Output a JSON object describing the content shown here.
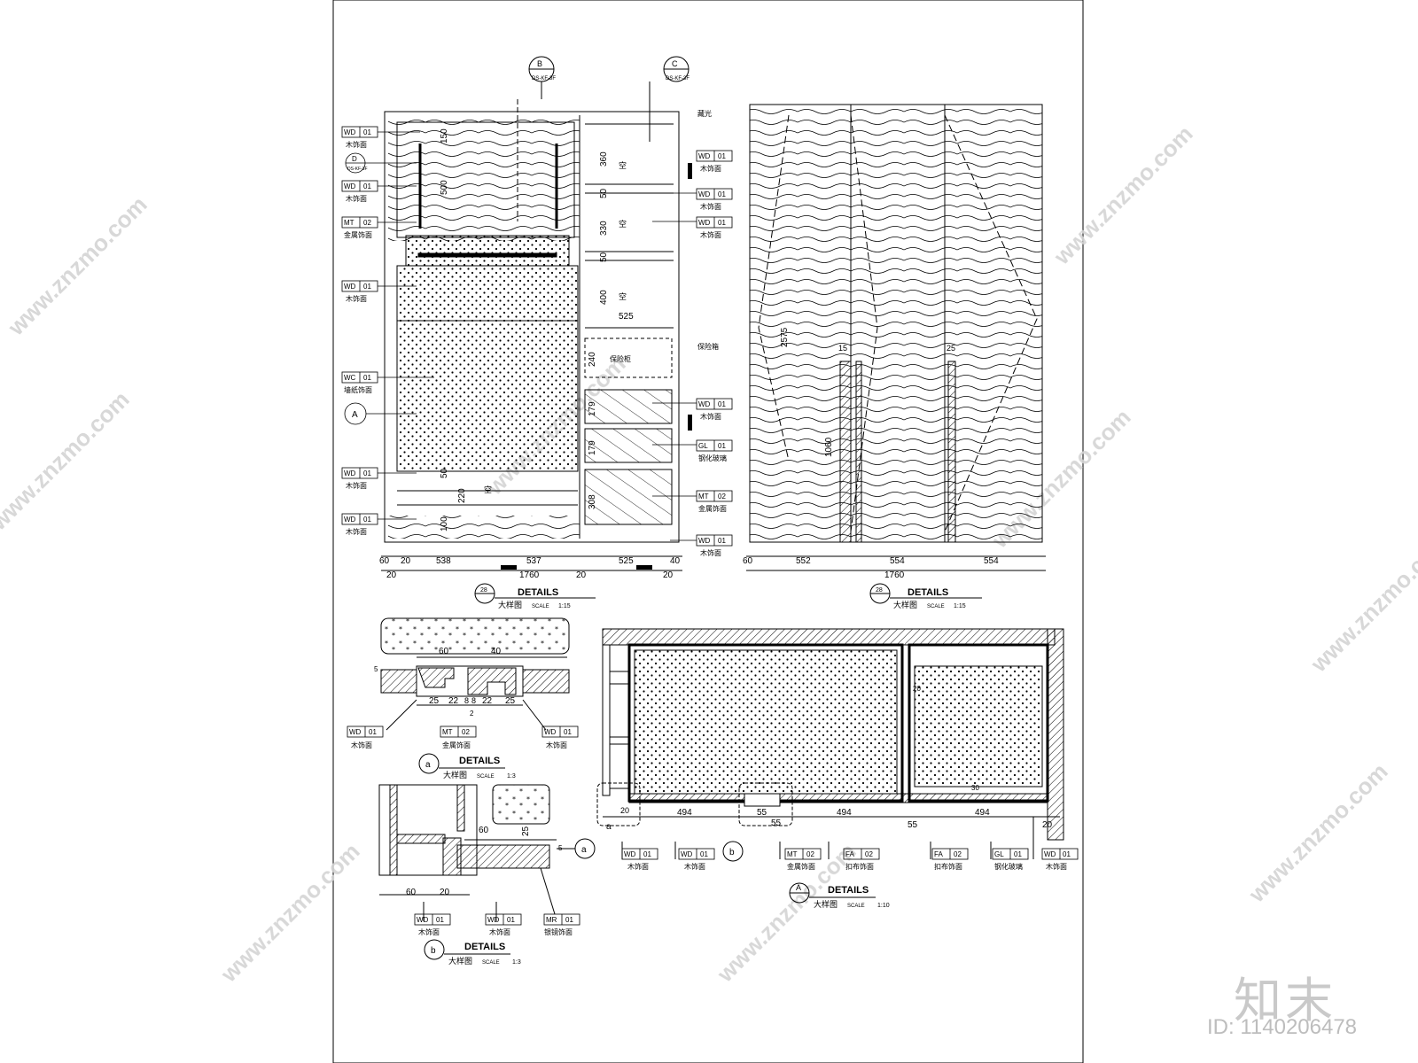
{
  "watermarks": {
    "site": "www.znzmo.com",
    "brand": "知末",
    "id_label": "ID: 1140206478"
  },
  "grid_refs": {
    "b_top": "B",
    "c_top": "C",
    "d": "D",
    "a": "A",
    "ref_code": "DS-KF-3F"
  },
  "tags": {
    "wd": {
      "code": "WD",
      "num": "01",
      "desc": "木饰面"
    },
    "mt": {
      "code": "MT",
      "num": "02",
      "desc": "金属饰面"
    },
    "wc": {
      "code": "WC",
      "num": "01",
      "desc": "墙纸饰面"
    },
    "gl": {
      "code": "GL",
      "num": "01",
      "desc": "钢化玻璃"
    },
    "fa": {
      "code": "FA",
      "num": "02",
      "desc": "扣布饰面"
    },
    "mr": {
      "code": "MR",
      "num": "01",
      "desc": "银镜饰面"
    }
  },
  "notes": {
    "light": "藏光",
    "safe_box": "保险箱",
    "safe_label": "保险柜",
    "void": "空"
  },
  "elev1": {
    "shelf_dims": [
      "360",
      "50",
      "330",
      "50",
      "400",
      "240",
      "179",
      "179",
      "308"
    ],
    "shelf_width": "525",
    "left_dims": [
      "150",
      "500",
      "50",
      "220",
      "100"
    ],
    "bottom_chain": [
      "60",
      "20",
      "538",
      "537",
      "525",
      "40"
    ],
    "bottom_chain2": [
      "20",
      "20",
      "20"
    ],
    "total": "1760"
  },
  "elev2": {
    "bottom_chain": [
      "60",
      "552",
      "554",
      "554"
    ],
    "total": "1760",
    "side_dims": [
      "2575",
      "1060",
      "15",
      "25"
    ]
  },
  "titles": {
    "details": "DETAILS",
    "sub": "大样图",
    "scale_label": "SCALE",
    "s115": "1:15",
    "s13": "1:3",
    "s110": "1:10",
    "num28": "28",
    "a": "A",
    "a_lower": "a",
    "b_lower": "b"
  },
  "detail_a": {
    "dims_top": [
      "60",
      "40"
    ],
    "dims_bottom": [
      "25",
      "22",
      "8",
      "8",
      "22",
      "25"
    ],
    "small": [
      "5",
      "2"
    ]
  },
  "detail_b": {
    "dims": [
      "60",
      "25",
      "60",
      "20"
    ],
    "small": "5"
  },
  "detail_plan": {
    "bottom": [
      "20",
      "494",
      "55",
      "55",
      "494",
      "55",
      "494",
      "20"
    ],
    "inner": [
      "30",
      "20"
    ]
  }
}
